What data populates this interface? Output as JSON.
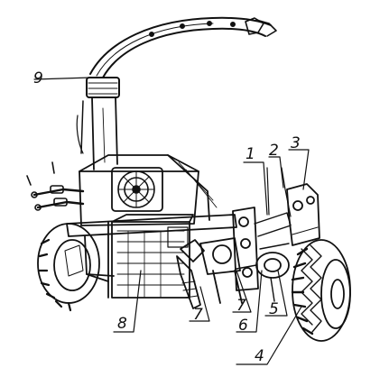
{
  "diagram": {
    "callouts": [
      {
        "id": "c1",
        "label": "1"
      },
      {
        "id": "c2",
        "label": "2"
      },
      {
        "id": "c3",
        "label": "3"
      },
      {
        "id": "c4",
        "label": "4"
      },
      {
        "id": "c5",
        "label": "5"
      },
      {
        "id": "c6",
        "label": "6"
      },
      {
        "id": "c7a",
        "label": "7"
      },
      {
        "id": "c7b",
        "label": "7"
      },
      {
        "id": "c8",
        "label": "8"
      },
      {
        "id": "c9",
        "label": "9"
      }
    ]
  },
  "colors": {
    "ink": "#111111",
    "paper": "#ffffff"
  }
}
